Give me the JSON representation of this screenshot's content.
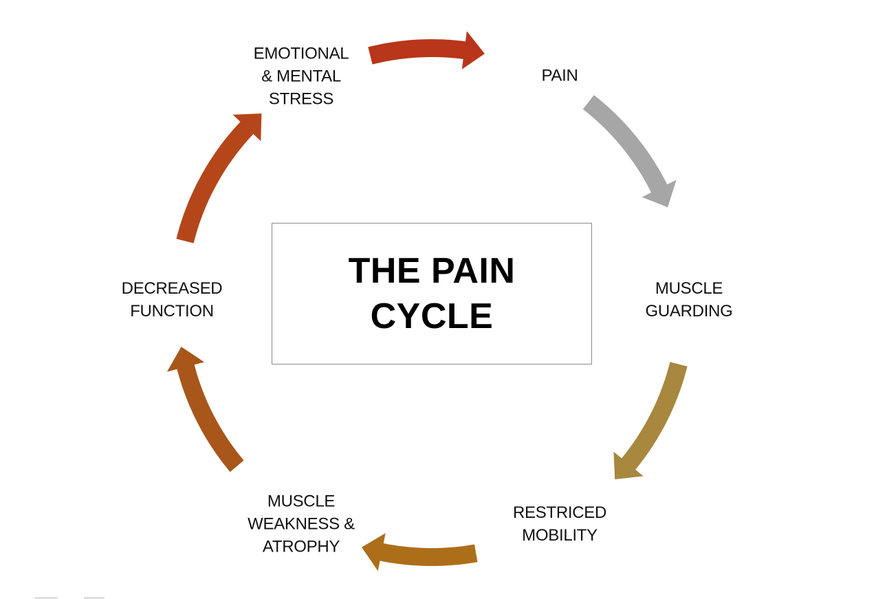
{
  "title": {
    "lines": [
      "THE PAIN",
      "CYCLE"
    ]
  },
  "nodes": [
    {
      "id": "emotional-stress",
      "label": "EMOTIONAL\n& MENTAL\nSTRESS"
    },
    {
      "id": "pain",
      "label": "PAIN"
    },
    {
      "id": "muscle-guarding",
      "label": "MUSCLE\nGUARDING"
    },
    {
      "id": "restricted-mobility",
      "label": "RESTRICED\nMOBILITY"
    },
    {
      "id": "muscle-weakness",
      "label": "MUSCLE\nWEAKNESS &\nATROPHY"
    },
    {
      "id": "decreased-function",
      "label": "DECREASED\nFUNCTION"
    }
  ],
  "arrows": [
    {
      "from": "emotional-stress",
      "to": "pain",
      "color": "#B8361A"
    },
    {
      "from": "pain",
      "to": "muscle-guarding",
      "color": "#A6A6A6"
    },
    {
      "from": "muscle-guarding",
      "to": "restricted-mobility",
      "color": "#A8873E"
    },
    {
      "from": "restricted-mobility",
      "to": "muscle-weakness",
      "color": "#AD6E1A"
    },
    {
      "from": "muscle-weakness",
      "to": "decreased-function",
      "color": "#A8561A"
    },
    {
      "from": "decreased-function",
      "to": "emotional-stress",
      "color": "#B4461A"
    }
  ]
}
